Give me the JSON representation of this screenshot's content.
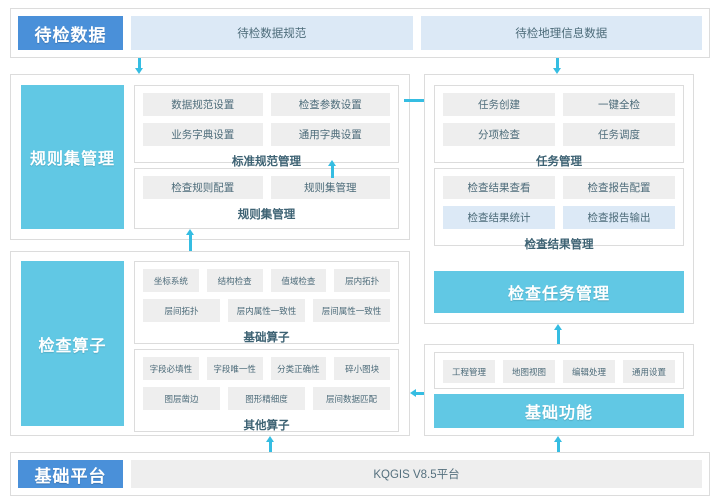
{
  "top_bar": {
    "badge": "待检数据",
    "cells": [
      "待检数据规范",
      "待检地理信息数据"
    ]
  },
  "bottom_bar": {
    "badge": "基础平台",
    "cells": [
      "KQGIS V8.5平台"
    ]
  },
  "left_column": {
    "rules": {
      "category": "规则集管理",
      "groups": [
        {
          "title": "标准规范管理",
          "rows": [
            [
              "数据规范设置",
              "检查参数设置"
            ],
            [
              "业务字典设置",
              "通用字典设置"
            ]
          ]
        },
        {
          "title": "规则集管理",
          "rows": [
            [
              "检查规则配置",
              "规则集管理"
            ]
          ]
        }
      ]
    },
    "operators": {
      "category": "检查算子",
      "groups": [
        {
          "title": "基础算子",
          "rows": [
            [
              "坐标系统",
              "结构检查",
              "值域检查",
              "层内拓扑"
            ],
            [
              "层间拓扑",
              "层内属性一致性",
              "层间属性一致性"
            ]
          ]
        },
        {
          "title": "其他算子",
          "rows": [
            [
              "字段必填性",
              "字段唯一性",
              "分类正确性",
              "碎小图块"
            ],
            [
              "图层凿边",
              "图形精细度",
              "层间数据匹配"
            ]
          ]
        }
      ]
    }
  },
  "right_column": {
    "tasks": {
      "groups": [
        {
          "title": "任务管理",
          "rows": [
            [
              "任务创建",
              "一键全检"
            ],
            [
              "分项检查",
              "任务调度"
            ]
          ]
        },
        {
          "title": "检查结果管理",
          "rows": [
            [
              "检查结果查看",
              "检查报告配置"
            ],
            [
              "检查结果统计",
              "检查报告输出"
            ]
          ]
        }
      ],
      "category": "检查任务管理"
    },
    "basic": {
      "groups": [
        {
          "title": "",
          "rows": [
            [
              "工程管理",
              "地图视图",
              "编辑处理",
              "通用设置"
            ]
          ]
        }
      ],
      "category": "基础功能"
    }
  },
  "colors": {
    "badge_blue": "#4a90d9",
    "category_cyan": "#61c8e4",
    "tile_grey": "#eeeeee",
    "tile_blue": "#dce9f6",
    "arrow": "#35bde2",
    "text": "#4c6b79"
  }
}
